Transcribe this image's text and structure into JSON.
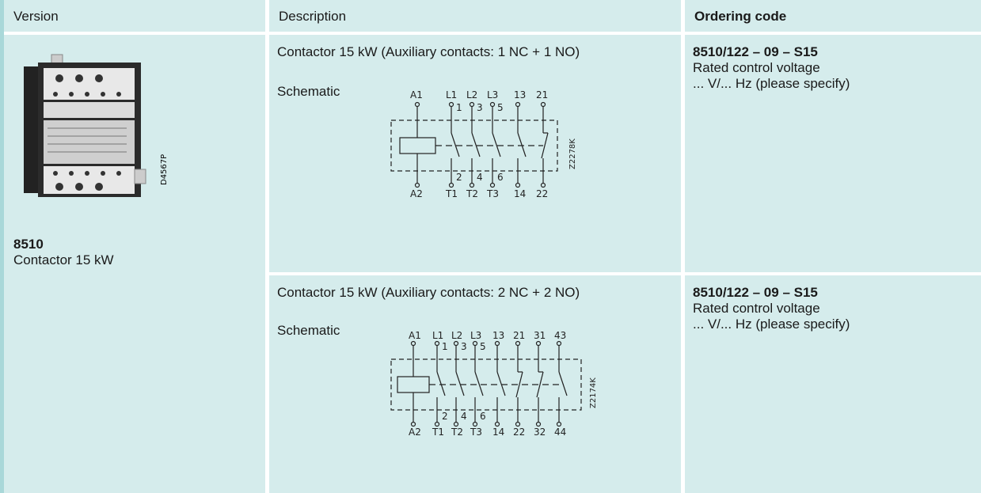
{
  "header": {
    "version": "Version",
    "description": "Description",
    "ordering_code": "Ordering code"
  },
  "product": {
    "photo_code": "D4567P",
    "model": "8510",
    "name": "Contactor 15 kW"
  },
  "rows": [
    {
      "description": "Contactor 15 kW (Auxiliary contacts: 1 NC + 1 NO)",
      "schematic_label": "Schematic",
      "schematic_code": "Z2278K",
      "top_terminals": [
        "A1",
        "L1",
        "L2",
        "L3",
        "13",
        "21"
      ],
      "bottom_terminals": [
        "A2",
        "T1",
        "T2",
        "T3",
        "14",
        "22"
      ],
      "pin_numbers_top": [
        "1",
        "3",
        "5"
      ],
      "pin_numbers_bottom": [
        "2",
        "4",
        "6"
      ],
      "ordering_code": "8510/122 – 09 – S15",
      "rated_voltage": "Rated control voltage",
      "specify": "... V/... Hz (please specify)"
    },
    {
      "description": "Contactor 15 kW (Auxiliary contacts: 2 NC + 2 NO)",
      "schematic_label": "Schematic",
      "schematic_code": "Z2174K",
      "top_terminals": [
        "A1",
        "L1",
        "L2",
        "L3",
        "13",
        "21",
        "31",
        "43"
      ],
      "bottom_terminals": [
        "A2",
        "T1",
        "T2",
        "T3",
        "14",
        "22",
        "32",
        "44"
      ],
      "pin_numbers_top": [
        "1",
        "3",
        "5"
      ],
      "pin_numbers_bottom": [
        "2",
        "4",
        "6"
      ],
      "ordering_code": "8510/122 – 09 – S15",
      "rated_voltage": "Rated control voltage",
      "specify": "... V/... Hz (please specify)"
    }
  ]
}
